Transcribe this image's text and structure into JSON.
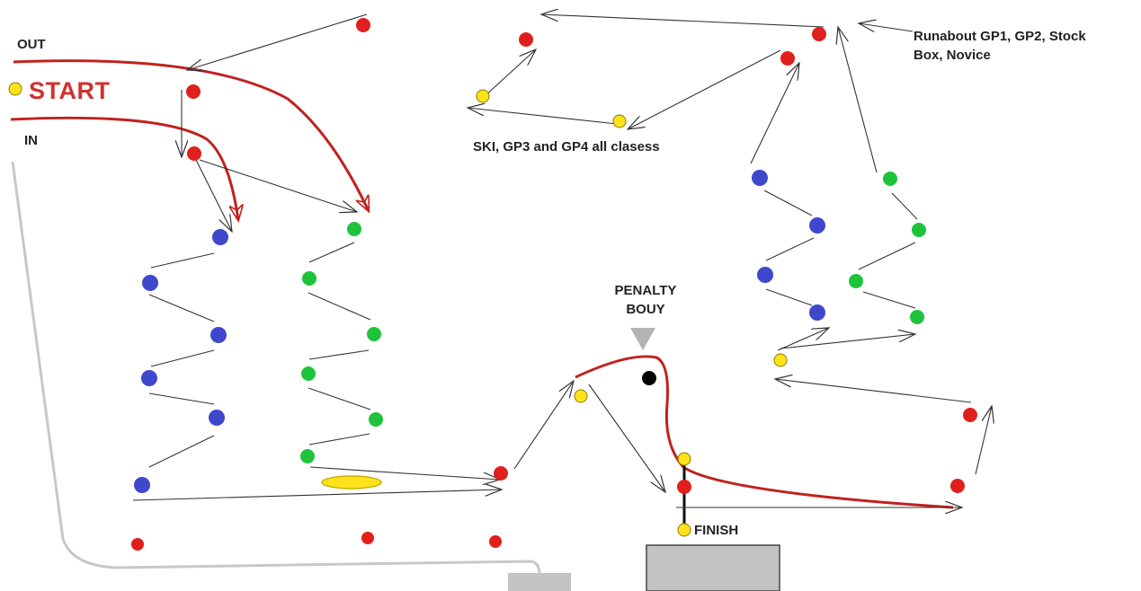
{
  "labels": {
    "out": "OUT",
    "start": "START",
    "in": "IN",
    "runabout_line1": "Runabout GP1, GP2, Stock",
    "runabout_line2": "Box, Novice",
    "ski": "SKI, GP3 and GP4 all clasess",
    "penalty_line1": "PENALTY",
    "penalty_line2": "BOUY",
    "finish": "FINISH"
  },
  "colors": {
    "red_buoy": "#e0201c",
    "blue_buoy": "#3f48cc",
    "green_buoy": "#1ec33c",
    "yellow_buoy": "#ffe21a",
    "black_buoy": "#000000",
    "route_line": "#c0221f",
    "arrow_line": "#333333",
    "shore_line": "#c8c8c8",
    "dock": "#c3c3c3"
  }
}
